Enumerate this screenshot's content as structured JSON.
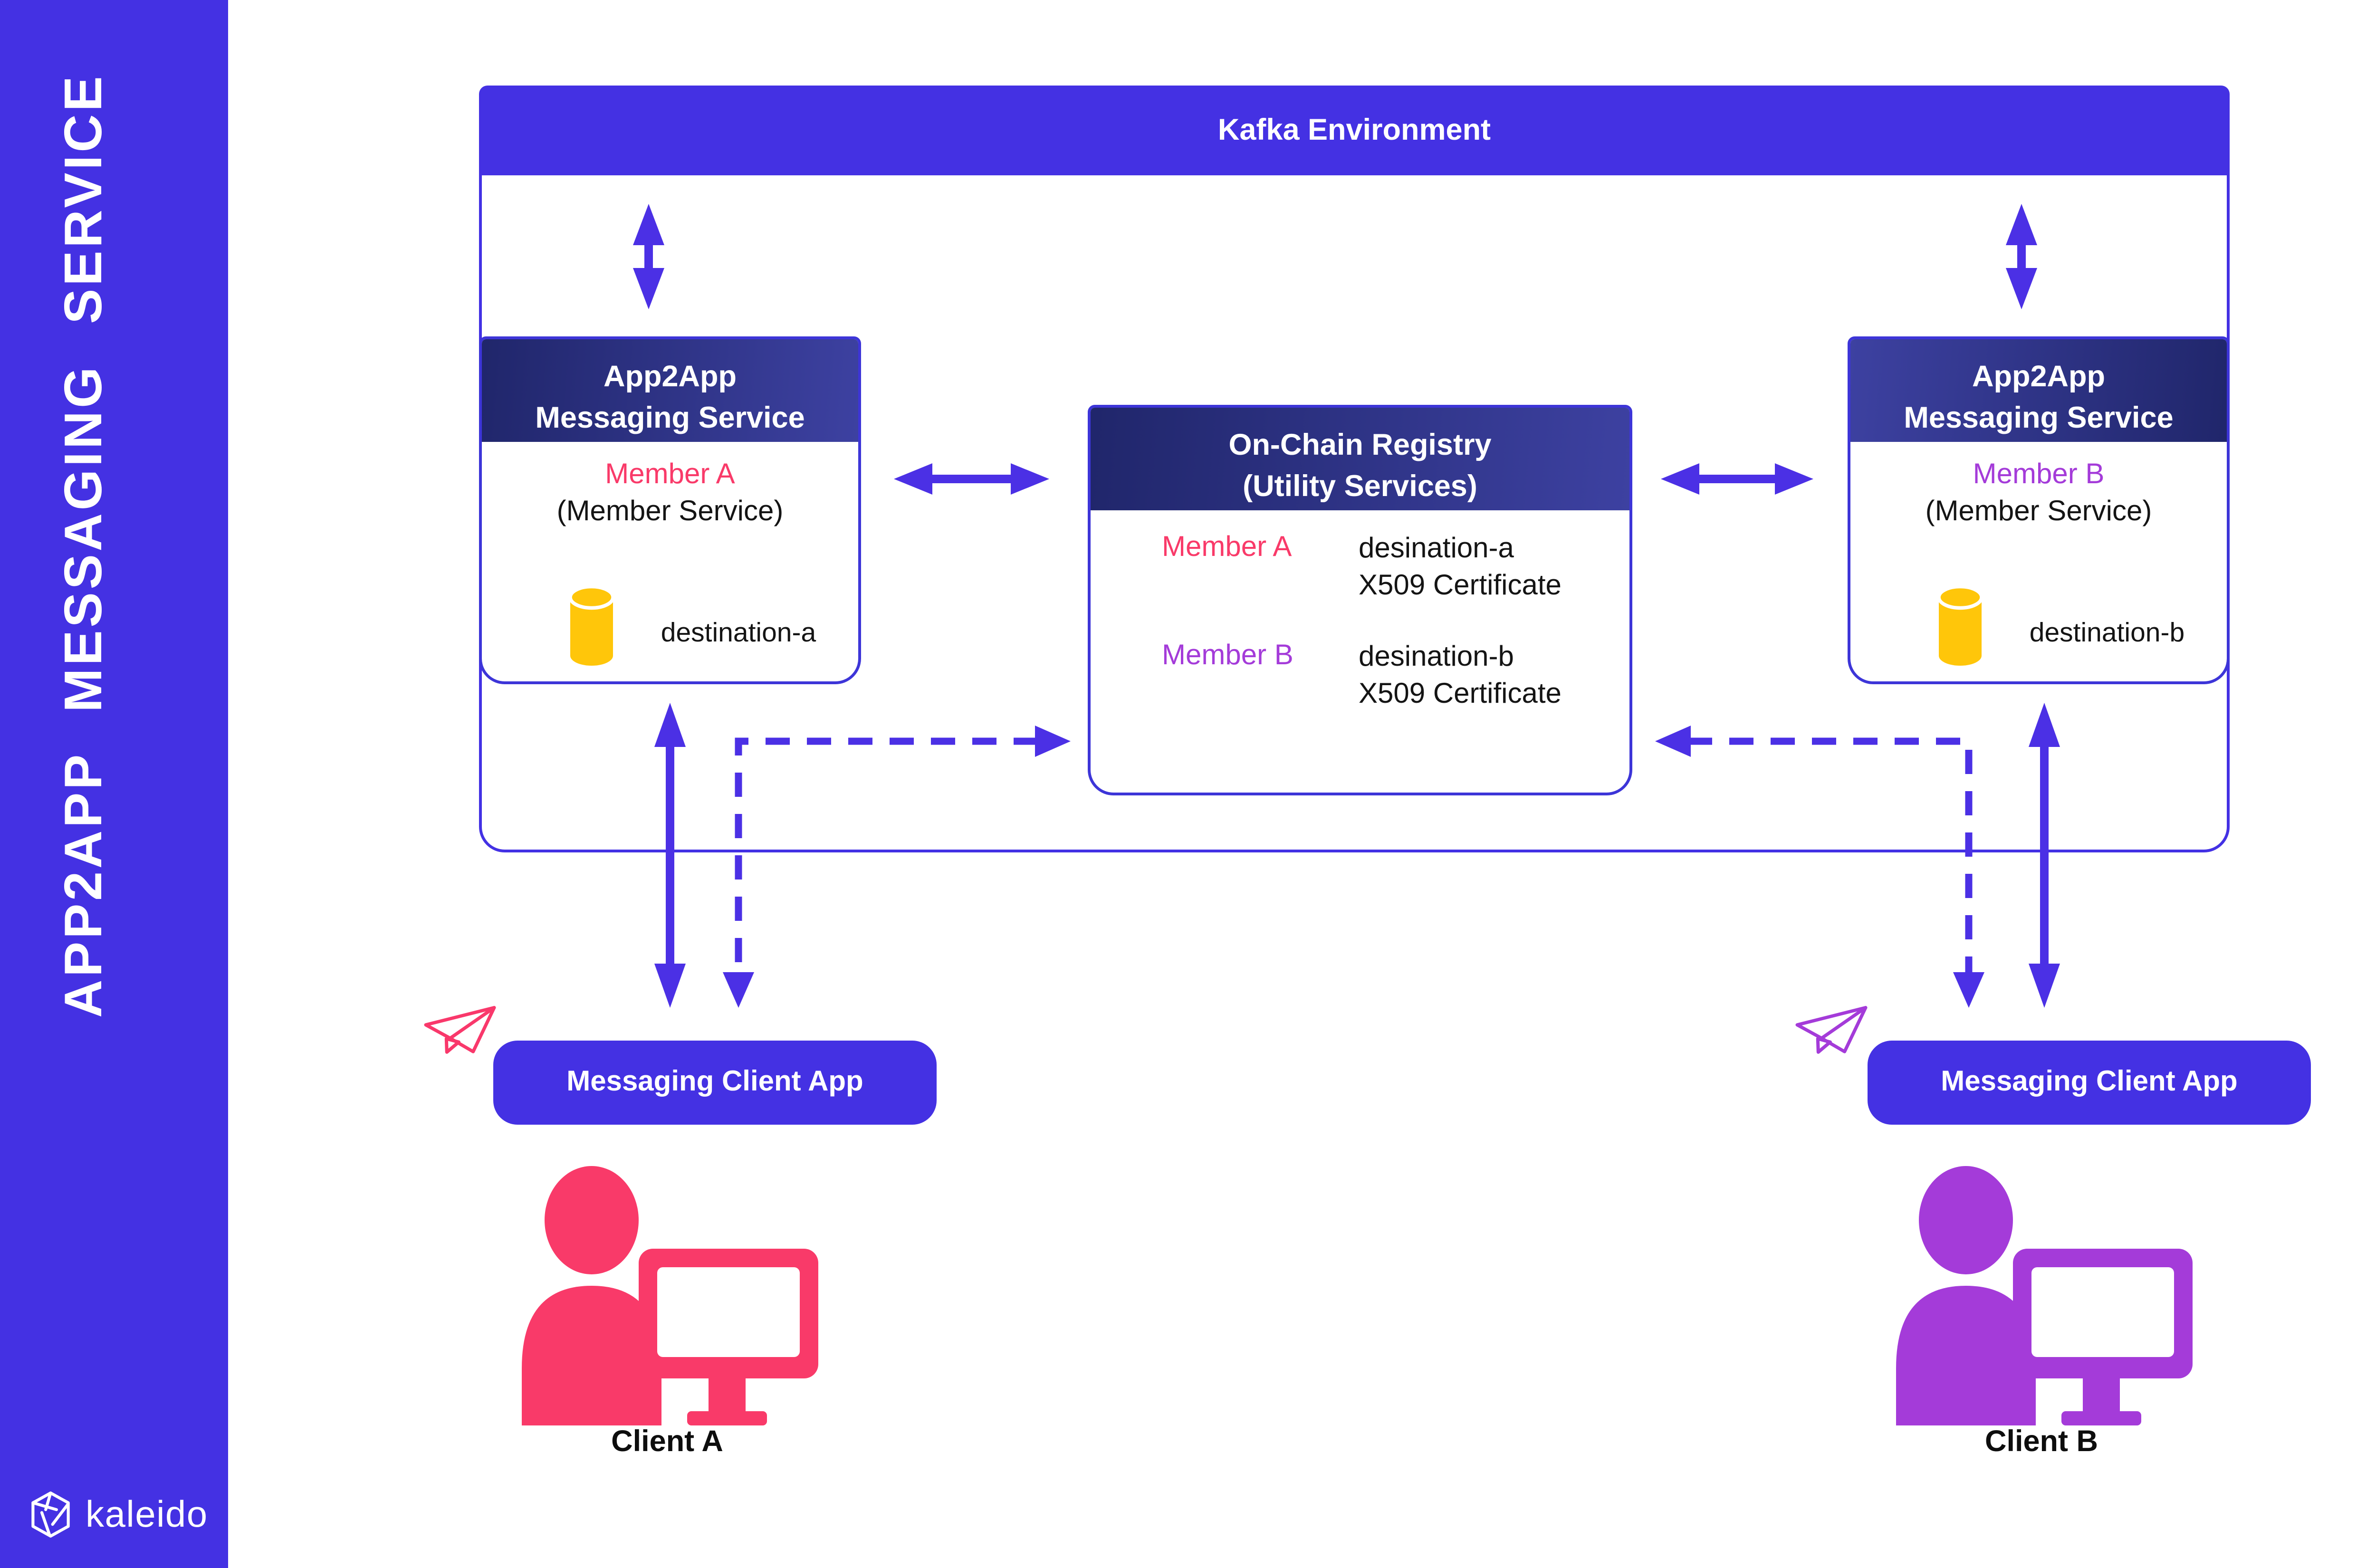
{
  "sidebar": {
    "title": "APP2APP MESSAGING SERVICE",
    "brand": "kaleido"
  },
  "kafka": {
    "title": "Kafka Environment"
  },
  "services": {
    "left": {
      "title_line1": "App2App",
      "title_line2": "Messaging Service",
      "member": "Member A",
      "member_note": "(Member Service)",
      "destination": "destination-a"
    },
    "right": {
      "title_line1": "App2App",
      "title_line2": "Messaging Service",
      "member": "Member B",
      "member_note": "(Member Service)",
      "destination": "destination-b"
    }
  },
  "registry": {
    "title_line1": "On-Chain Registry",
    "title_line2": "(Utility Services)",
    "rows": [
      {
        "member": "Member A",
        "destination": "desination-a",
        "certificate": "X509 Certificate"
      },
      {
        "member": "Member B",
        "destination": "desination-b",
        "certificate": "X509 Certificate"
      }
    ]
  },
  "client_apps": {
    "left_label": "Messaging Client App",
    "right_label": "Messaging Client App"
  },
  "clients": {
    "left": "Client A",
    "right": "Client B"
  },
  "icons": {
    "paper_plane": "paper-plane-icon",
    "database": "database-cylinder-icon",
    "person_at_computer": "person-at-computer-icon",
    "brand_logo": "kaleido-logo-icon"
  },
  "colors": {
    "primary": "#4431E3",
    "header_gradient_start": "#20266B",
    "header_gradient_end": "#3D41A1",
    "member_a": "#F93A69",
    "member_b": "#A43BD9",
    "database_yellow": "#FFC60A"
  }
}
